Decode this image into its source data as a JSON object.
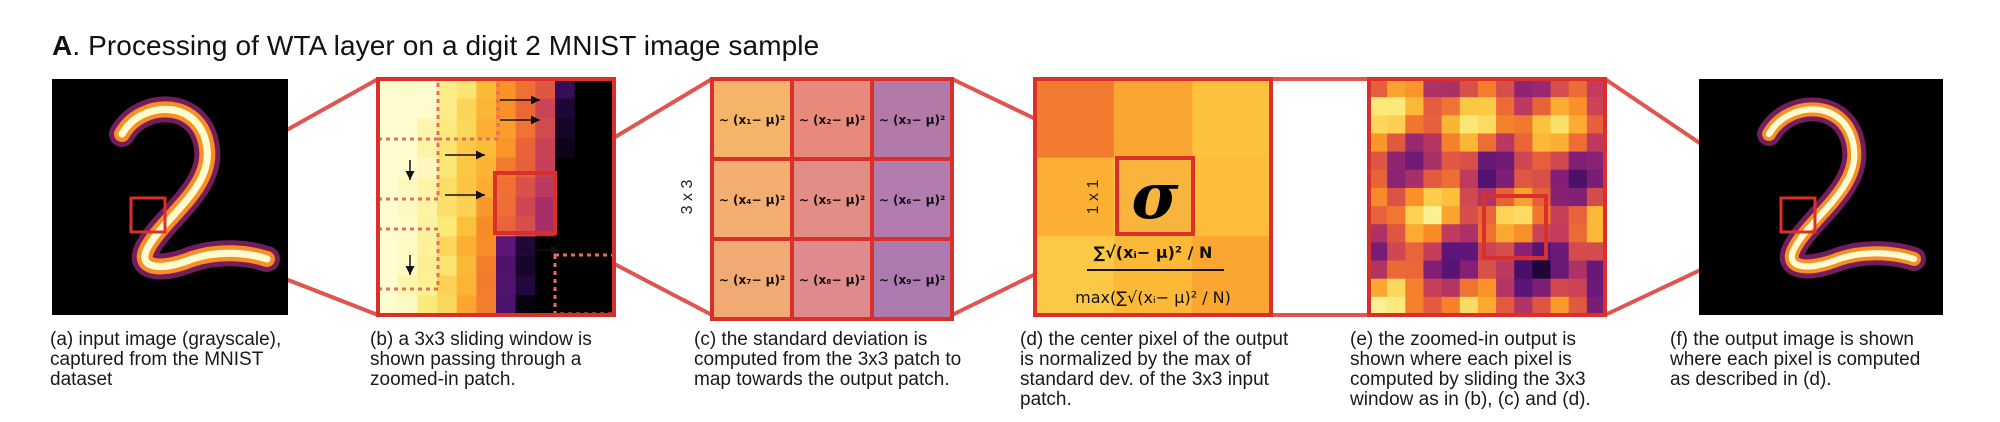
{
  "figure": {
    "label": "A",
    "title": ". Processing of WTA layer on a digit 2 MNIST image sample",
    "captions": {
      "a": "(a) input image (grayscale), captured from the MNIST dataset",
      "b": "(b) a 3x3 sliding window is shown passing through a zoomed-in patch.",
      "c": "(c) the standard deviation is computed from the 3x3 patch to map towards the output patch.",
      "d": "(d) the center pixel of the output is normalized by the max of standard dev. of the 3x3 input patch.",
      "e": "(e) the zoomed-in output is shown where each pixel is computed by sliding the 3x3 window as in (b), (c) and (d).",
      "f": "(f) the output image is shown where each pixel is computed as described in (d)."
    },
    "grid_label": "3 x 3",
    "output_label": "1 x 1",
    "sigma": "σ",
    "cells": [
      "(x₁− μ)²",
      "(x₂− μ)²",
      "(x₃− μ)²",
      "(x₄− μ)²",
      "(x₅− μ)²",
      "(x₆− μ)²",
      "(x₇− μ)²",
      "(x₈− μ)²",
      "(x₉− μ)²"
    ],
    "cell_prefix": "∼",
    "numerator": "∑√(xᵢ− μ)² / N",
    "denominator": "max(∑√(xᵢ− μ)² / N)",
    "colors": {
      "accent_red": "#d9302b",
      "connector_red": "#e05550",
      "palette": [
        "#000000",
        "#2b0a4e",
        "#5c1578",
        "#8f2473",
        "#c33c5c",
        "#e8603a",
        "#f98d26",
        "#fcc13a",
        "#fbea7a",
        "#fffcd0"
      ]
    }
  }
}
